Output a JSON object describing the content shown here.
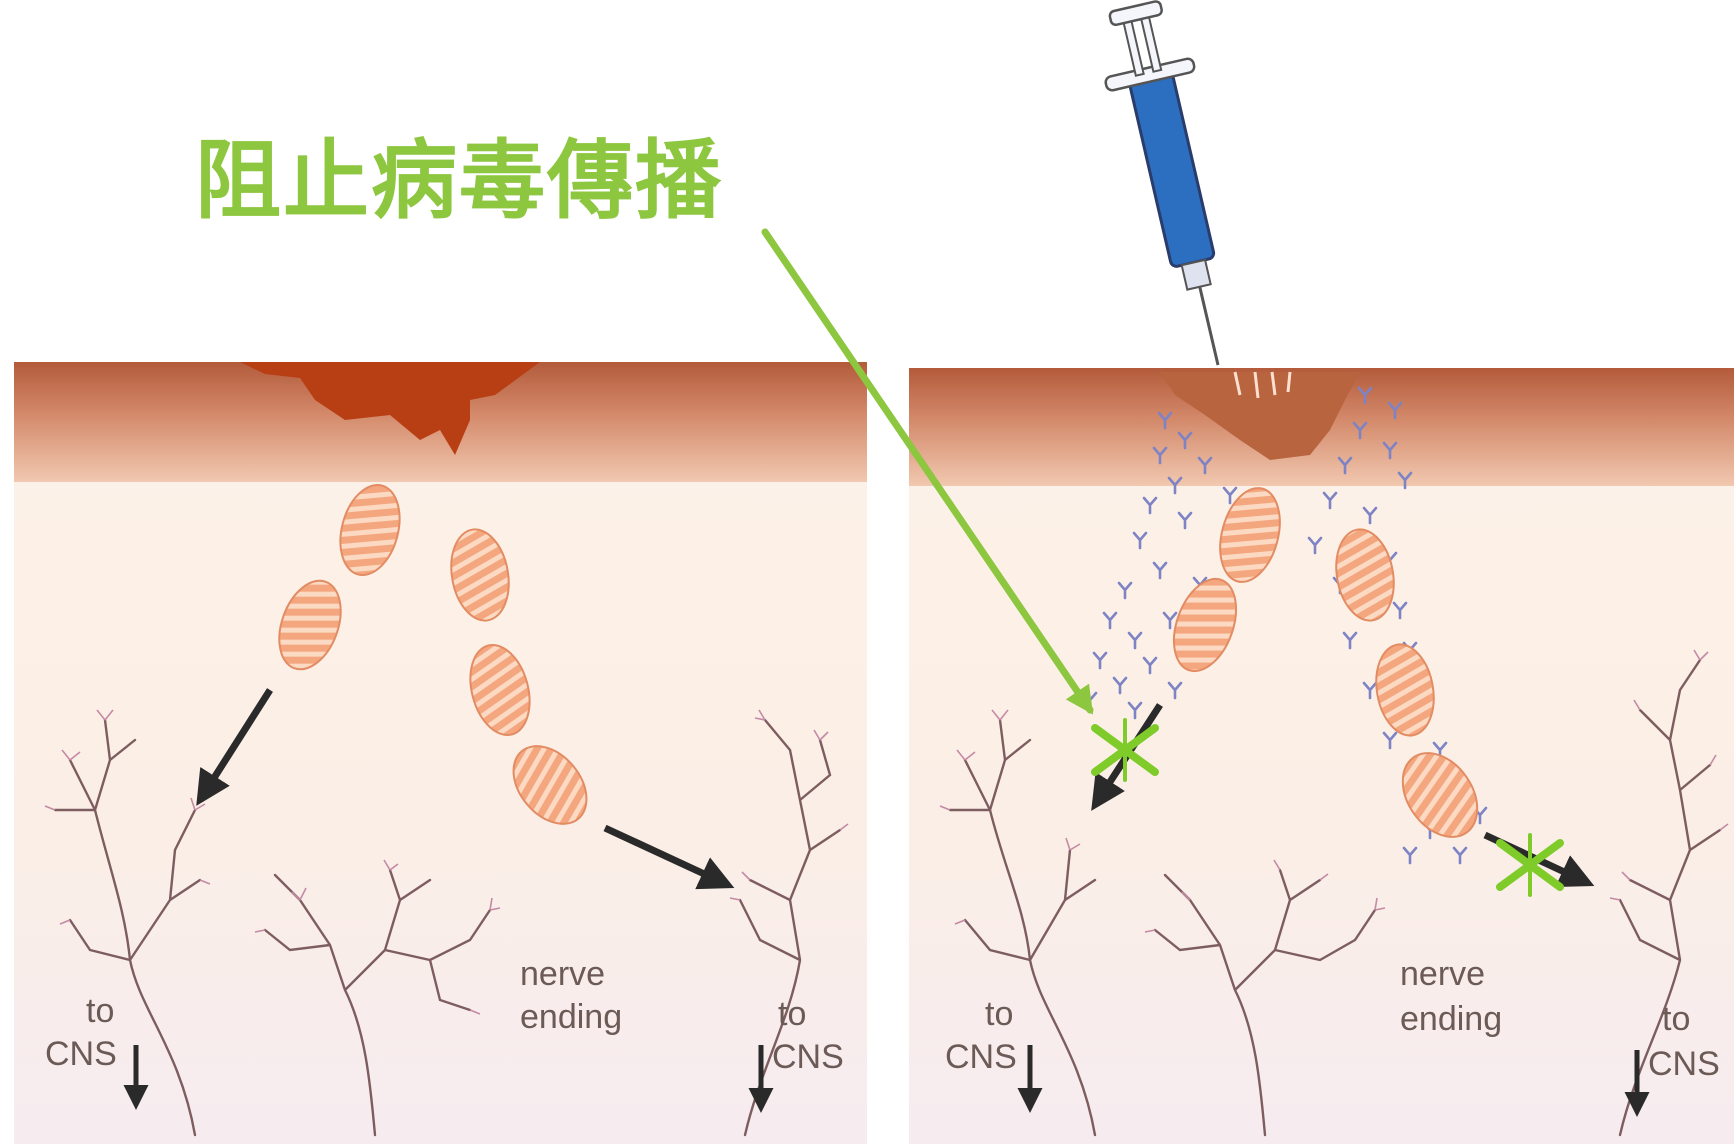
{
  "caption": "阻止病毒傳播",
  "panels": [
    {
      "nerve_label": [
        "nerve",
        "ending"
      ],
      "cns_left": [
        "to",
        "CNS"
      ],
      "cns_right": [
        "to",
        "CNS"
      ]
    },
    {
      "nerve_label": [
        "nerve",
        "ending"
      ],
      "cns_left": [
        "to",
        "CNS"
      ],
      "cns_right": [
        "to",
        "CNS"
      ]
    }
  ],
  "colors": {
    "caption": "#8dc63f",
    "skin": "#c97c5f",
    "tissue": "#fbeee2",
    "virus": "#f4a77e",
    "antibody": "#7d83c4",
    "block_mark": "#7ecb2a",
    "nerve": "#7d5d5f",
    "syringe_barrel": "#2c6fc1"
  },
  "icons": [
    "syringe-icon",
    "block-x-icon",
    "down-arrow-icon"
  ]
}
